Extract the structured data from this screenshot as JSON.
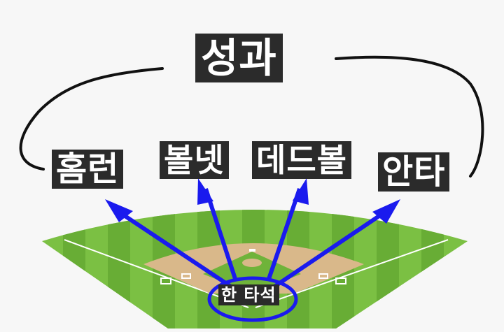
{
  "diagram": {
    "title": "성과",
    "outcomes": {
      "homerun": "홈런",
      "ball_net": "볼넷",
      "dead_ball": "데드볼",
      "hit": "안타"
    },
    "source_label": "한 타석"
  },
  "colors": {
    "arrow": "#1a1aee",
    "ellipse": "#1a1aee",
    "label_bg": "#2b2b2b",
    "grass_light": "#7bc043",
    "grass_dark": "#64a832",
    "dirt": "#d9b88a",
    "bracket": "#111111"
  }
}
